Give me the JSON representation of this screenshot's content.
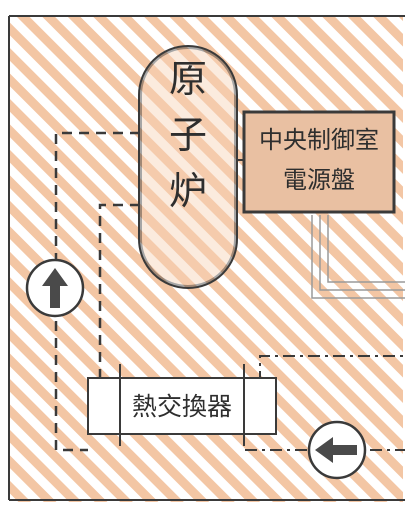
{
  "colors": {
    "background": "#ffffff",
    "hatch_stripe": "#f3c6a4",
    "frame": "#3a3a3a",
    "node_fill": "#f7d2b6",
    "panel_fill": "#e9c0a2",
    "exchanger_fill": "#ffffff",
    "line": "#3a3a3a",
    "arrow_fill": "#4a4a4a"
  },
  "icons": {
    "up_arrow": "circled-up-arrow-icon",
    "left_arrow": "circled-left-arrow-icon"
  },
  "diagram": {
    "reactor": {
      "label_chars": [
        "原",
        "子",
        "炉"
      ]
    },
    "control_room_panel": {
      "line1": "中央制御室",
      "line2": "電源盤"
    },
    "heat_exchanger": {
      "label": "熱交換器"
    }
  }
}
